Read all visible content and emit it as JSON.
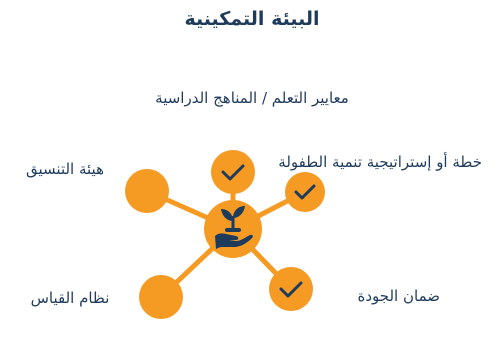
{
  "title": "البيئة التمكينية",
  "labels": {
    "top": "معايير التعلم / المناهج الدراسية",
    "left_top": "هيئة التنسيق",
    "right_top": "خطة أو إستراتيجية تنمية الطفولة",
    "left_bottom": "نظام القياس",
    "right_bottom": "ضمان الجودة"
  },
  "colors": {
    "accent": "#f59a23",
    "text": "#1f3b5c",
    "hub_icon": "#1f3b5c"
  },
  "icons": {
    "hub": "hand-holding-plant-icon",
    "node_check": "checkmark-icon"
  },
  "nodes": [
    {
      "id": "top",
      "checked": true
    },
    {
      "id": "right-top",
      "checked": true
    },
    {
      "id": "right-bottom",
      "checked": true
    },
    {
      "id": "left-bottom",
      "checked": false
    },
    {
      "id": "left-top",
      "checked": false
    }
  ]
}
